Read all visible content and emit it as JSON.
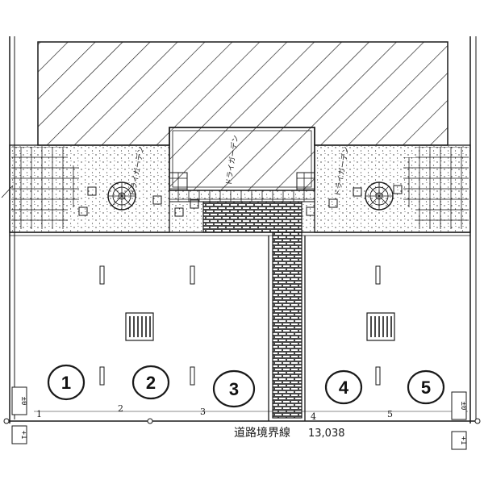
{
  "plan": {
    "boundary_label": "道路境界線",
    "boundary_value": "13,038",
    "parking_spaces": [
      {
        "label": "1"
      },
      {
        "label": "2"
      },
      {
        "label": "3"
      },
      {
        "label": "4"
      },
      {
        "label": "5"
      }
    ],
    "frontage_ticks": [
      "1",
      "2",
      "3",
      "4",
      "5"
    ],
    "side_marks": {
      "left_top": "±0",
      "left_bottom": "+1",
      "right_top": "±0",
      "right_bottom": "+1"
    },
    "garden_notes": {
      "left": "ドライガーデン",
      "center": "ドライガーデン",
      "right": "ドライガーデン"
    },
    "ink_color": "#1a1a1a",
    "paper_color": "#ffffff"
  }
}
